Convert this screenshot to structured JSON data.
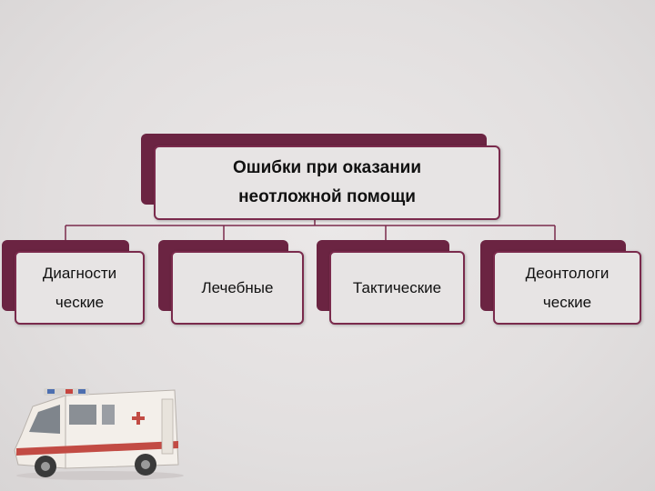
{
  "diagram": {
    "root": {
      "line1": "Ошибки при оказании",
      "line2": "неотложной помощи"
    },
    "children": [
      {
        "line1": "Диагности",
        "line2": "ческие"
      },
      {
        "line1": "Лечебные",
        "line2": ""
      },
      {
        "line1": "Тактические",
        "line2": ""
      },
      {
        "line1": "Деонтологи",
        "line2": "ческие"
      }
    ]
  },
  "colors": {
    "accent": "#6b2442",
    "box_border": "#7a2a4c",
    "box_fill": "#e7e4e4",
    "background": "#e4e1e1"
  },
  "decor": {
    "image": "ambulance-illustration"
  }
}
